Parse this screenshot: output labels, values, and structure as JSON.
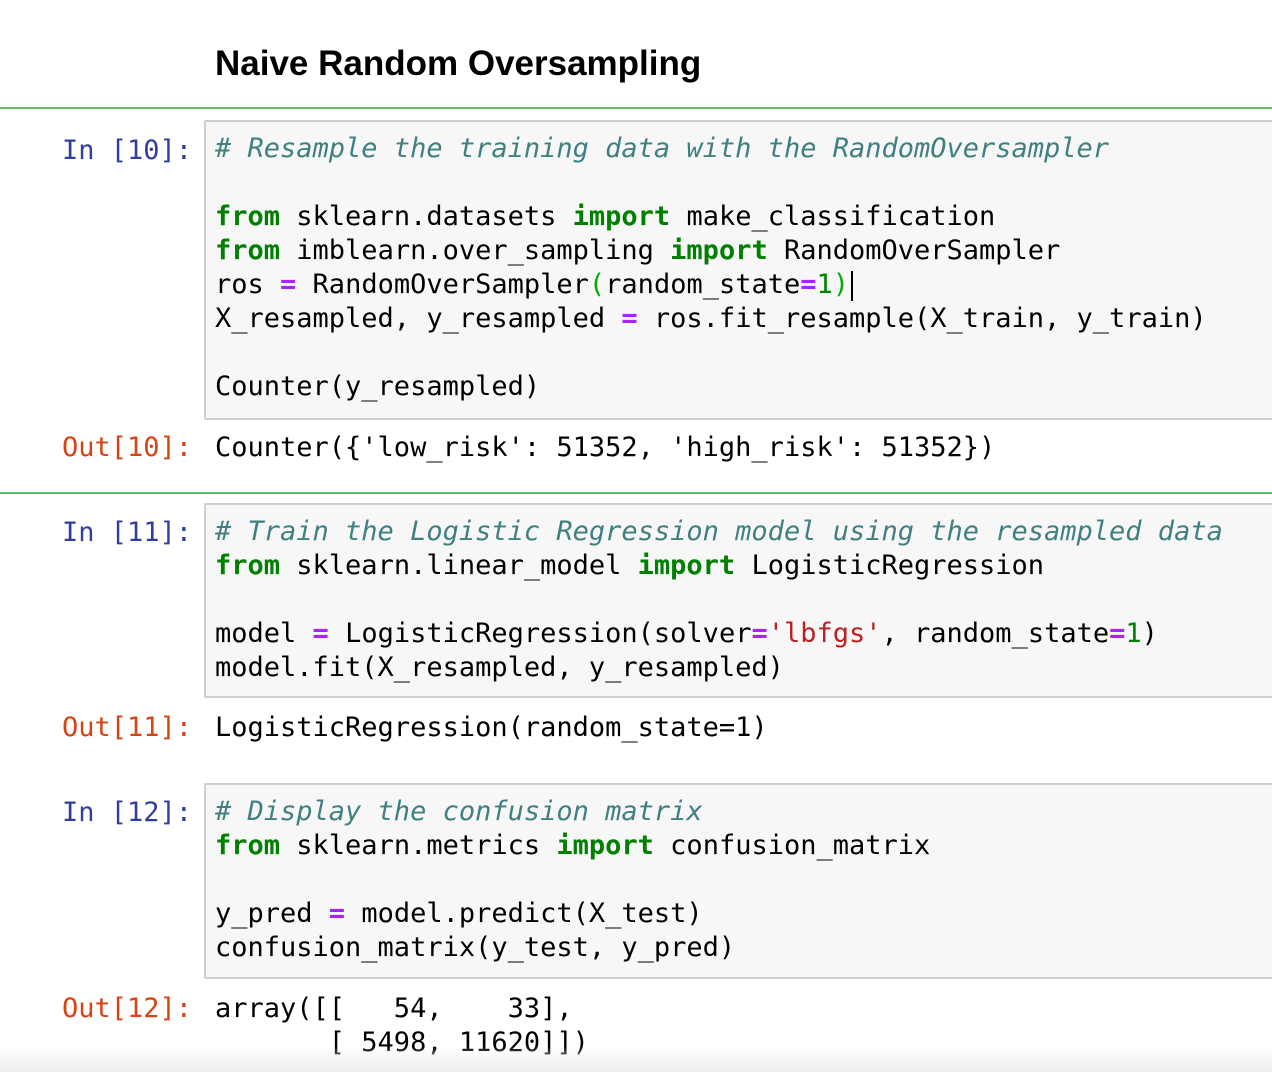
{
  "heading": "Naive Random Oversampling",
  "cells": [
    {
      "in_prompt": "In [10]:",
      "out_prompt": "Out[10]:",
      "code": {
        "l1_comment": "# Resample the training data with the RandomOversampler",
        "l2_from": "from",
        "l2_mod": " sklearn.datasets ",
        "l2_import": "import",
        "l2_name": " make_classification",
        "l3_from": "from",
        "l3_mod": " imblearn.over_sampling ",
        "l3_import": "import",
        "l3_name": " RandomOverSampler",
        "l4_a": "ros ",
        "l4_eq": "=",
        "l4_b": " RandomOverSampler",
        "l4_paren_open": "(",
        "l4_c": "random_state",
        "l4_eq2": "=",
        "l4_num": "1",
        "l4_paren_close": ")",
        "l5_a": "X_resampled, y_resampled ",
        "l5_eq": "=",
        "l5_b": " ros.fit_resample(X_train, y_train)",
        "l7": "Counter(y_resampled)"
      },
      "output": "Counter({'low_risk': 51352, 'high_risk': 51352})"
    },
    {
      "in_prompt": "In [11]:",
      "out_prompt": "Out[11]:",
      "code": {
        "l1_comment": "# Train the Logistic Regression model using the resampled data",
        "l2_from": "from",
        "l2_mod": " sklearn.linear_model ",
        "l2_import": "import",
        "l2_name": " LogisticRegression",
        "l4_a": "model ",
        "l4_eq": "=",
        "l4_b": " LogisticRegression(solver",
        "l4_eq2": "=",
        "l4_str": "'lbfgs'",
        "l4_c": ", random_state",
        "l4_eq3": "=",
        "l4_num": "1",
        "l4_d": ")",
        "l5": "model.fit(X_resampled, y_resampled)"
      },
      "output": "LogisticRegression(random_state=1)"
    },
    {
      "in_prompt": "In [12]:",
      "out_prompt": "Out[12]:",
      "code": {
        "l1_comment": "# Display the confusion matrix",
        "l2_from": "from",
        "l2_mod": " sklearn.metrics ",
        "l2_import": "import",
        "l2_name": " confusion_matrix",
        "l4_a": "y_pred ",
        "l4_eq": "=",
        "l4_b": " model.predict(X_test)",
        "l5": "confusion_matrix(y_test, y_pred)"
      },
      "output": "array([[   54,    33],\n       [ 5498, 11620]])"
    }
  ]
}
